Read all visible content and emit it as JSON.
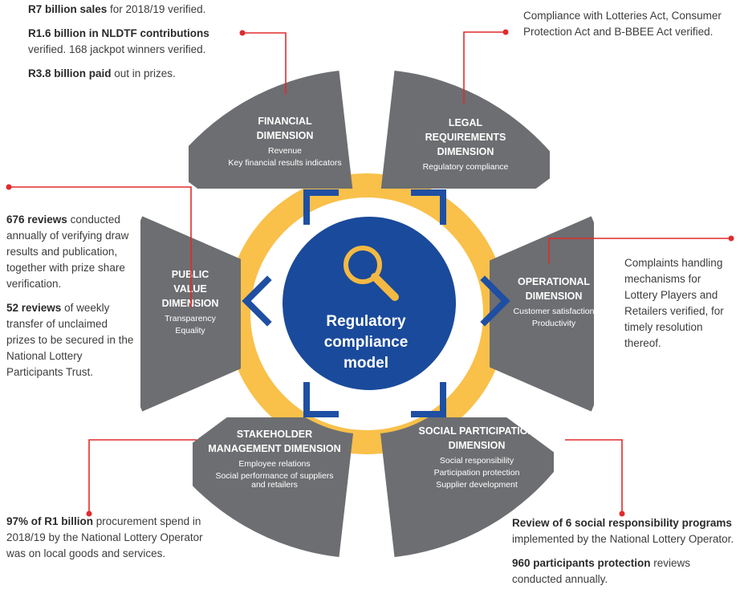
{
  "center": {
    "lines": [
      "Regulatory",
      "compliance",
      "model"
    ]
  },
  "segments": [
    {
      "id": "financial",
      "title": [
        "FINANCIAL",
        "DIMENSION"
      ],
      "subs": [
        "Revenue",
        "Key financial results indicators"
      ]
    },
    {
      "id": "legal",
      "title": [
        "LEGAL",
        "REQUIREMENTS",
        "DIMENSION"
      ],
      "subs": [
        "Regulatory compliance"
      ]
    },
    {
      "id": "operational",
      "title": [
        "OPERATIONAL",
        "DIMENSION"
      ],
      "subs": [
        "Customer satisfaction",
        "Productivity"
      ]
    },
    {
      "id": "social",
      "title": [
        "SOCIAL PARTICIPATION",
        "DIMENSION"
      ],
      "subs": [
        "Social responsibility",
        "Participation protection",
        "Supplier development"
      ]
    },
    {
      "id": "stakeholder",
      "title": [
        "STAKEHOLDER",
        "MANAGEMENT DIMENSION"
      ],
      "subs": [
        "Employee relations",
        "Social performance of suppliers",
        "and retailers"
      ]
    },
    {
      "id": "public",
      "title": [
        "PUBLIC",
        "VALUE",
        "DIMENSION"
      ],
      "subs": [
        "Transparency",
        "Equality"
      ]
    }
  ],
  "notes": {
    "financial": [
      {
        "bold": "R7 billion sales",
        "text": " for 2018/19 verified."
      },
      {
        "bold": "R1.6 billion in NLDTF contributions",
        "text": " verified. 168 jackpot winners verified."
      },
      {
        "bold": "R3.8 billion paid",
        "text": " out in prizes."
      }
    ],
    "legal": [
      {
        "bold": "",
        "text": "Compliance with Lotteries Act, Consumer Protection Act and B-BBEE Act verified."
      }
    ],
    "public": [
      {
        "bold": "676 reviews",
        "text": " conducted annually of verifying draw results and publication, together with prize share verification."
      },
      {
        "bold": "52 reviews",
        "text": " of weekly transfer of unclaimed prizes to be secured in the National Lottery Participants Trust."
      }
    ],
    "operational": [
      {
        "bold": "",
        "text": "Complaints handling mechanisms for Lottery Players and Retailers verified, for timely resolution thereof."
      }
    ],
    "stakeholder": [
      {
        "bold": "97% of R1 billion",
        "text": " procurement spend in 2018/19 by the National Lottery Operator was on local goods and services."
      }
    ],
    "social": [
      {
        "bold": "Review of 6 social responsibility programs",
        "text": " implemented by the National Lottery Operator."
      },
      {
        "bold": "960 participants protection",
        "text": " reviews conducted annually."
      }
    ]
  },
  "colors": {
    "segment": "#6d6e71",
    "gap": "#f9c04a",
    "center": "#1a4a9b",
    "bracket": "#1f4fa3",
    "callout": "#e02b2b",
    "magnifier": "#f4b942"
  }
}
